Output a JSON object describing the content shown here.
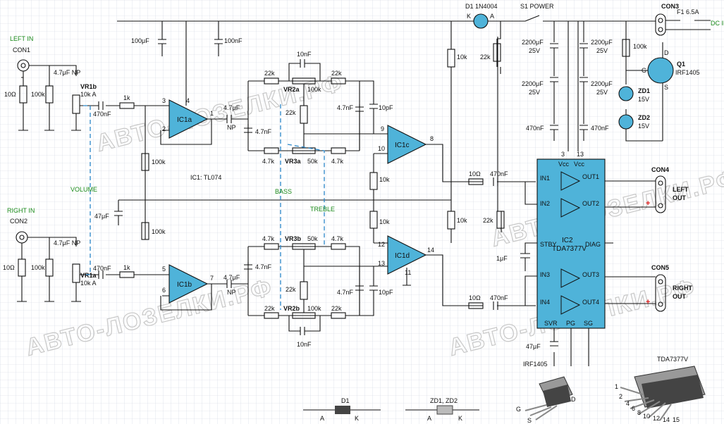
{
  "connectors": {
    "con1": "CON1",
    "left_in": "LEFT IN",
    "con2": "CON2",
    "right_in": "RIGHT IN",
    "con3": "CON3",
    "dc_in": "DC IN",
    "con4": "CON4",
    "left_out": "LEFT OUT",
    "con5": "CON5",
    "right_out": "RIGHT OUT"
  },
  "labels": {
    "volume": "VOLUME",
    "bass": "BASS",
    "treble": "TREBLE",
    "ic1_note": "IC1: TL074",
    "ic1a": "IC1a",
    "ic1b": "IC1b",
    "ic1c": "IC1c",
    "ic1d": "IC1d",
    "ic2": "IC2",
    "ic2_part": "TDA7377V",
    "d1": "D1 1N4004",
    "s1": "S1 POWER",
    "f1": "F1 6.5A",
    "q1": "Q1",
    "q1_part": "IRF1405",
    "zd1": "ZD1",
    "zd1_v": "15V",
    "zd2": "ZD2",
    "zd2_v": "15V",
    "vr1b": "VR1b",
    "vr1b_v": "10k A",
    "vr1a": "VR1a",
    "vr1a_v": "10k A",
    "vr2a": "VR2a",
    "vr2b": "VR2b",
    "vr3a": "VR3a",
    "vr3b": "VR3b",
    "pkg_irf": "IRF1405",
    "pkg_tda": "TDA7377V",
    "pkg_d1": "D1",
    "pkg_zd": "ZD1, ZD2"
  },
  "values": {
    "r10": "10Ω",
    "r100k": "100k",
    "r1k": "1k",
    "r22k": "22k",
    "r47k": "4.7k",
    "r10k": "10k",
    "c47u_np": "4.7μF NP",
    "c470n": "470nF",
    "c100u": "100μF",
    "c100n": "100nF",
    "c10n": "10nF",
    "c47n": "4.7nF",
    "c10p": "10pF",
    "c47u": "47μF",
    "c1u": "1μF",
    "c2200": "2200μF 25V",
    "vr50k": "50k",
    "vr100k": "100k"
  },
  "ic2_pins": {
    "in1": "IN1",
    "in2": "IN2",
    "stby": "STBY",
    "in3": "IN3",
    "in4": "IN4",
    "out1": "OUT1",
    "out2": "OUT2",
    "diag": "DIAG",
    "out3": "OUT3",
    "out4": "OUT4",
    "vcc": "Vcc",
    "svr": "SVR",
    "pg": "PG",
    "sg": "SG"
  },
  "watermark": "АВТО-ЛОЗЕЛКИ.РФ",
  "colors": {
    "opamp": "#4fb3d9",
    "dashed": "#2a86c8",
    "label_green": "#1a8a1a",
    "grid": "#cfd6df",
    "plus": "#e02020"
  }
}
